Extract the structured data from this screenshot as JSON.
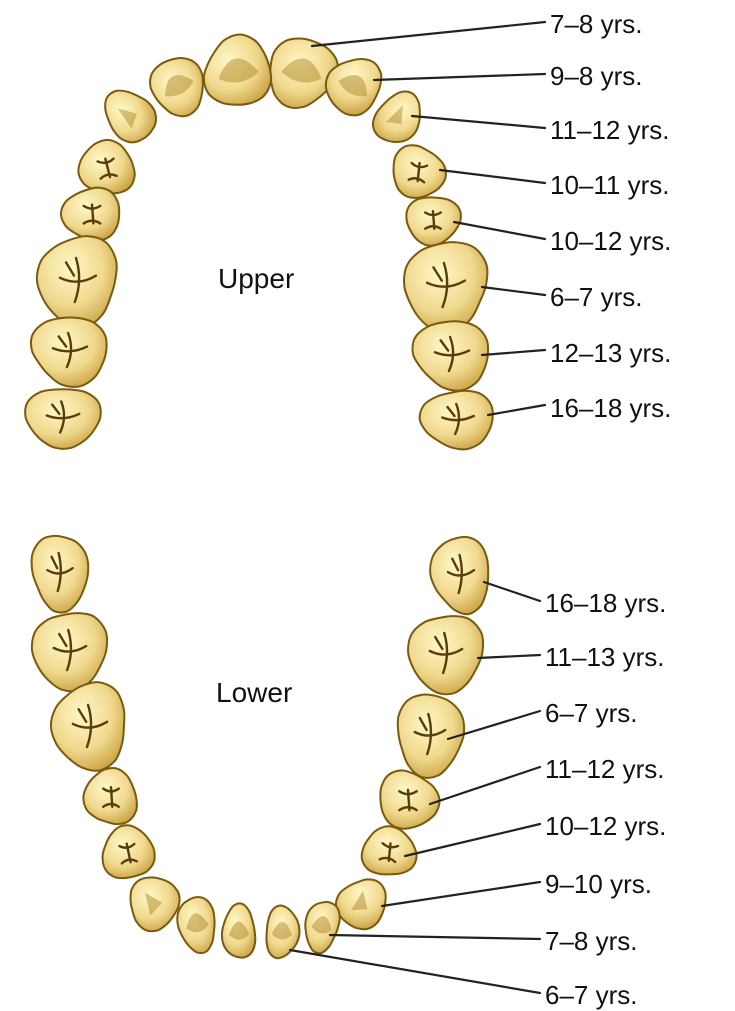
{
  "diagram": {
    "upper_arch": {
      "title": "Upper",
      "labels": [
        "7–8 yrs.",
        "9–8 yrs.",
        "11–12 yrs.",
        "10–11 yrs.",
        "10–12 yrs.",
        "6–7 yrs.",
        "12–13 yrs.",
        "16–18 yrs."
      ]
    },
    "lower_arch": {
      "title": "Lower",
      "labels": [
        "16–18 yrs.",
        "11–13 yrs.",
        "6–7 yrs.",
        "11–12 yrs.",
        "10–12 yrs.",
        "9–10 yrs.",
        "7–8 yrs.",
        "6–7 yrs."
      ]
    }
  },
  "colors": {
    "enamel_light": "#fff7c2",
    "enamel_mid": "#ecd488",
    "enamel_dark": "#c79f3e",
    "outline": "#7a5a0e",
    "text": "#111111"
  }
}
